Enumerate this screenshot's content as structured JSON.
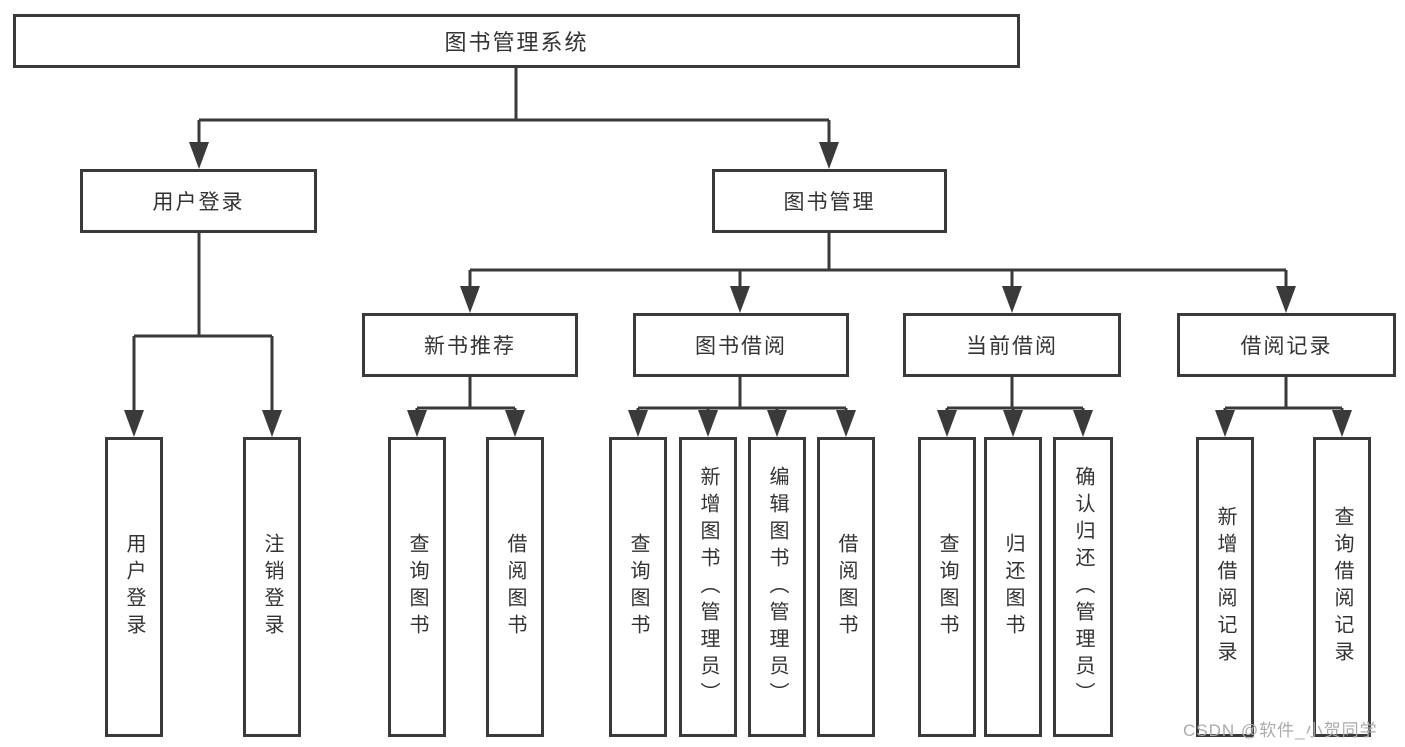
{
  "tree": {
    "label": "图书管理系统",
    "children": [
      {
        "label": "用户登录",
        "children": [
          {
            "label": "用户登录"
          },
          {
            "label": "注销登录"
          }
        ]
      },
      {
        "label": "图书管理",
        "children": [
          {
            "label": "新书推荐",
            "children": [
              {
                "label": "查询图书"
              },
              {
                "label": "借阅图书"
              }
            ]
          },
          {
            "label": "图书借阅",
            "children": [
              {
                "label": "查询图书"
              },
              {
                "label": "新增图书（管理员）"
              },
              {
                "label": "编辑图书（管理员）"
              },
              {
                "label": "借阅图书"
              }
            ]
          },
          {
            "label": "当前借阅",
            "children": [
              {
                "label": "查询图书"
              },
              {
                "label": "归还图书"
              },
              {
                "label": "确认归还（管理员）"
              }
            ]
          },
          {
            "label": "借阅记录",
            "children": [
              {
                "label": "新增借阅记录"
              },
              {
                "label": "查询借阅记录"
              }
            ]
          }
        ]
      }
    ]
  },
  "watermark": {
    "text": "CSDN @软件_小贺同学"
  },
  "colors": {
    "box_border": "#3a3a3a",
    "connector_line": "#3a3a3a",
    "text": "#333333",
    "watermark": "#ababab",
    "background": "#ffffff"
  }
}
